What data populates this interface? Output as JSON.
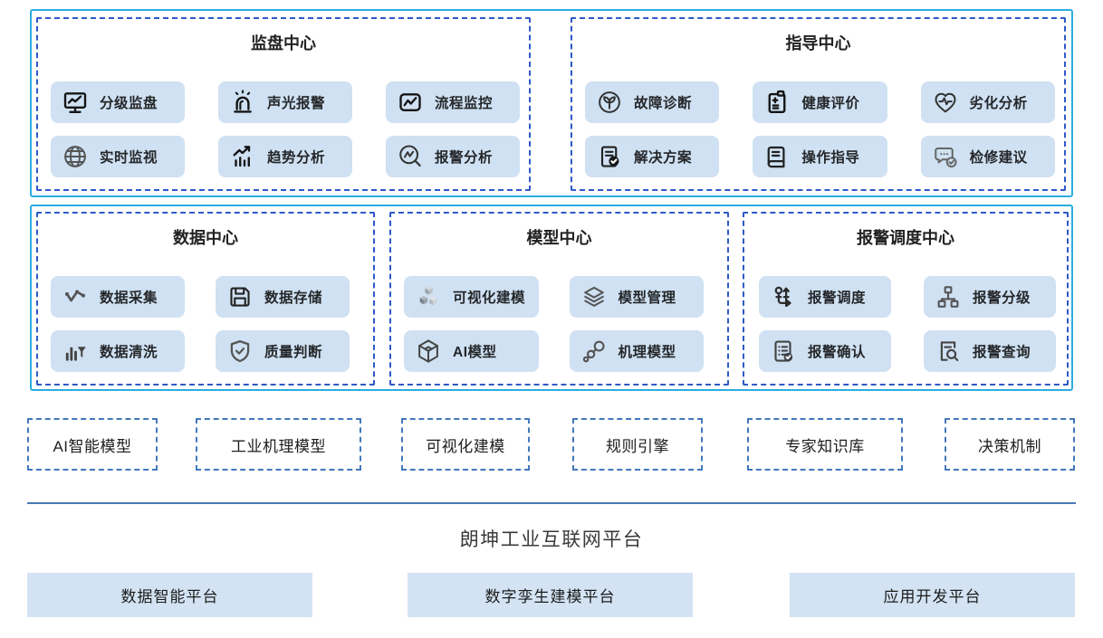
{
  "diagram": {
    "platform_title": "朗坤工业互联网平台"
  },
  "top_centers": [
    {
      "key": "monitor-center",
      "title": "监盘中心",
      "items": [
        {
          "icon": "monitor-chart-icon",
          "label": "分级监盘"
        },
        {
          "icon": "siren-icon",
          "label": "声光报警"
        },
        {
          "icon": "flow-monitor-icon",
          "label": "流程监控"
        },
        {
          "icon": "globe-icon",
          "label": "实时监视"
        },
        {
          "icon": "trend-chart-icon",
          "label": "趋势分析"
        },
        {
          "icon": "magnifier-zigzag-icon",
          "label": "报警分析"
        }
      ]
    },
    {
      "key": "guidance-center",
      "title": "指导中心",
      "items": [
        {
          "icon": "sprout-circle-icon",
          "label": "故障诊断"
        },
        {
          "icon": "clipboard-plus-icon",
          "label": "健康评价"
        },
        {
          "icon": "heart-pulse-icon",
          "label": "劣化分析"
        },
        {
          "icon": "doc-check-icon",
          "label": "解决方案"
        },
        {
          "icon": "manual-book-icon",
          "label": "操作指导"
        },
        {
          "icon": "chat-check-icon",
          "label": "检修建议"
        }
      ]
    }
  ],
  "middle_centers": [
    {
      "key": "data-center",
      "title": "数据中心",
      "items": [
        {
          "icon": "polyline-dots-icon",
          "label": "数据采集"
        },
        {
          "icon": "floppy-disk-icon",
          "label": "数据存储"
        },
        {
          "icon": "bars-funnel-icon",
          "label": "数据清洗"
        },
        {
          "icon": "shield-check-icon",
          "label": "质量判断"
        }
      ]
    },
    {
      "key": "model-center",
      "title": "模型中心",
      "items": [
        {
          "icon": "cubes-3d-icon",
          "label": "可视化建模"
        },
        {
          "icon": "layers-icon",
          "label": "模型管理"
        },
        {
          "icon": "cube-wireframe-icon",
          "label": "AI模型"
        },
        {
          "icon": "molecule-icon",
          "label": "机理模型"
        }
      ]
    },
    {
      "key": "alarm-dispatch-center",
      "title": "报警调度中心",
      "items": [
        {
          "icon": "route-dispatch-icon",
          "label": "报警调度"
        },
        {
          "icon": "hierarchy-icon",
          "label": "报警分级"
        },
        {
          "icon": "list-check-icon",
          "label": "报警确认"
        },
        {
          "icon": "doc-search-icon",
          "label": "报警查询"
        }
      ]
    }
  ],
  "capabilities": [
    "AI智能模型",
    "工业机理模型",
    "可视化建模",
    "规则引擎",
    "专家知识库",
    "决策机制"
  ],
  "platforms": [
    "数据智能平台",
    "数字孪生建模平台",
    "应用开发平台"
  ],
  "colors": {
    "outer_border": "#2badde",
    "center_dashed_border": "#2e59c6",
    "chip_bg": "#cfe1f2",
    "capability_dashed_border": "#4278bc",
    "divider": "#4a7ab8",
    "platform_box_bg": "#d3e3f3"
  }
}
